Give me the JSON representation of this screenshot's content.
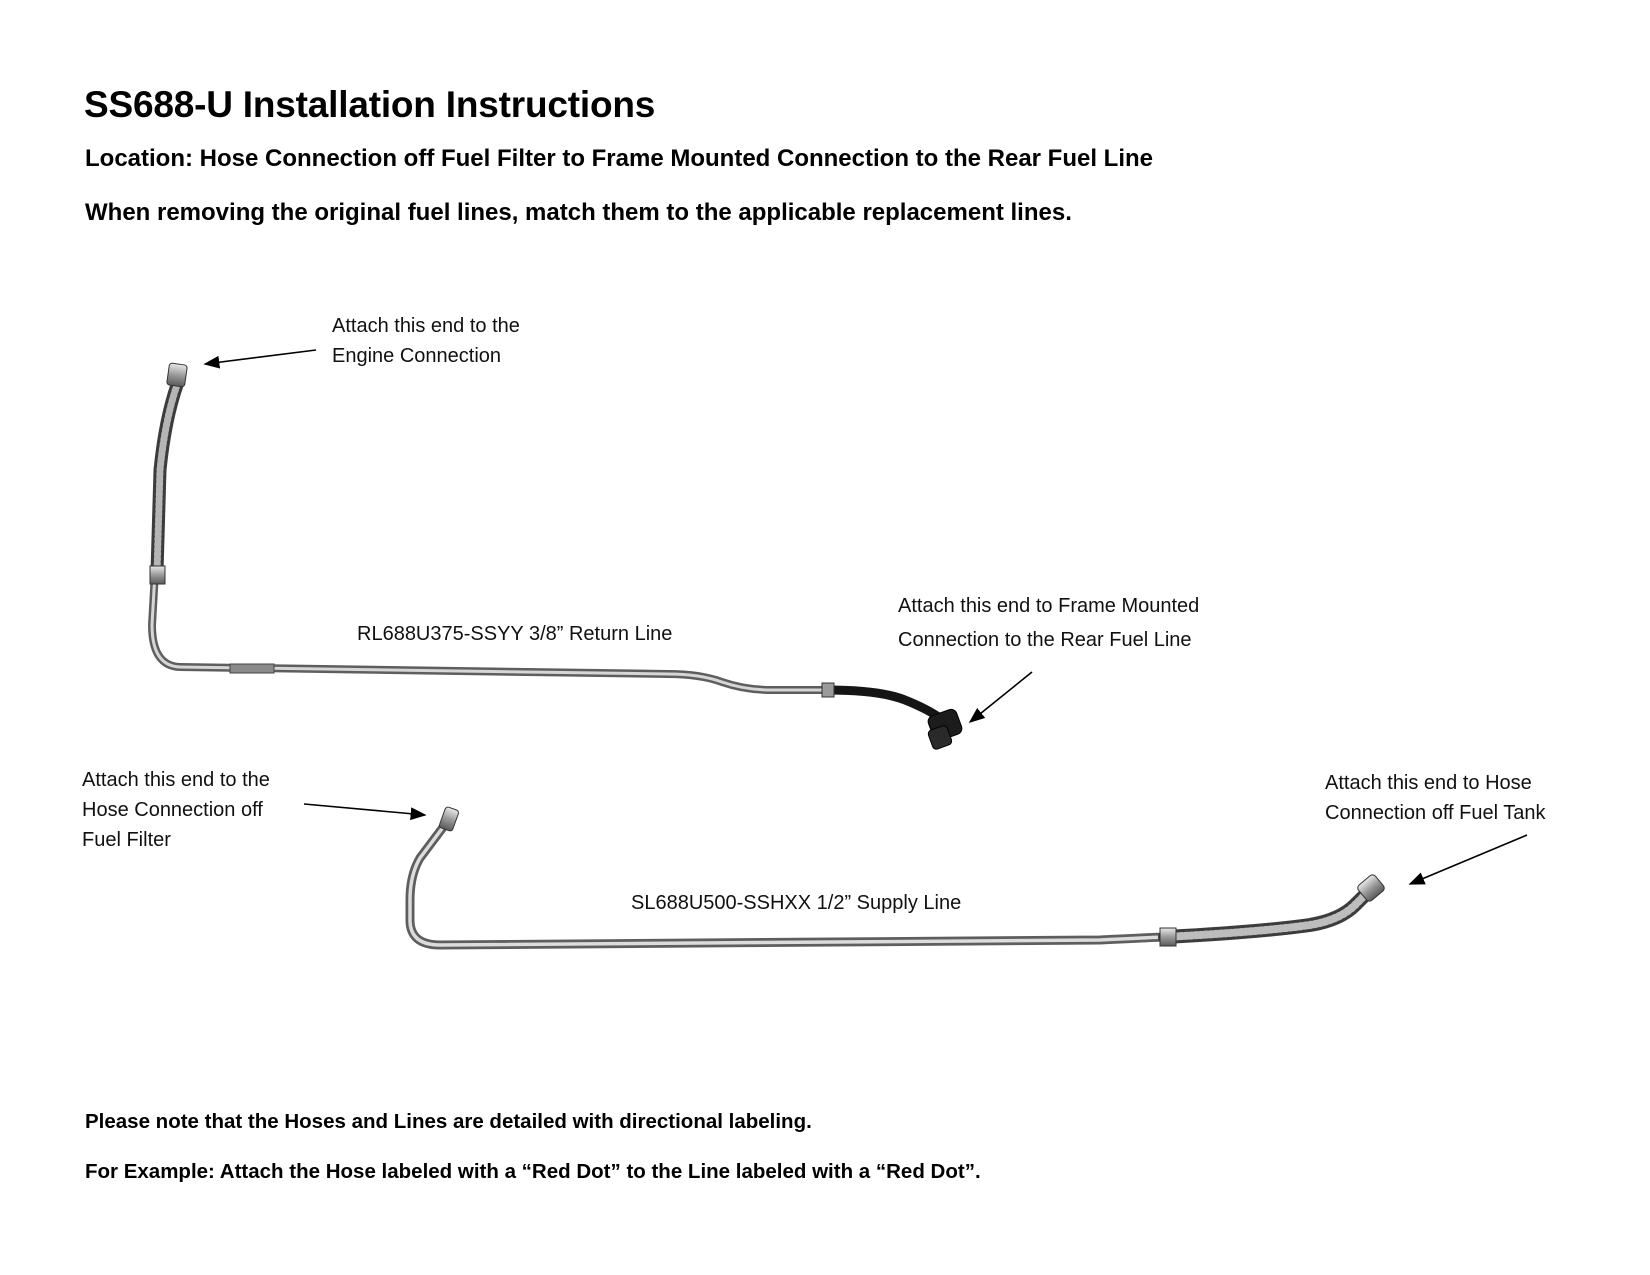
{
  "document": {
    "title": "SS688-U Installation Instructions",
    "location": "Location: Hose Connection off Fuel Filter to Frame Mounted Connection to the Rear Fuel Line",
    "intro": "When removing the original fuel lines, match them to the applicable replacement lines."
  },
  "return_line": {
    "part_label": "RL688U375-SSYY 3/8” Return Line",
    "callout_engine": [
      "Attach this end to the",
      "Engine Connection"
    ],
    "callout_frame": [
      "Attach this end to Frame Mounted",
      "Connection to the Rear Fuel Line"
    ]
  },
  "supply_line": {
    "part_label": "SL688U500-SSHXX 1/2” Supply Line",
    "callout_filter": [
      "Attach this end to the",
      "Hose Connection off",
      "Fuel Filter"
    ],
    "callout_tank": [
      "Attach this end to Hose",
      "Connection off Fuel Tank"
    ]
  },
  "notes": [
    "Please note that the Hoses and Lines are detailed with directional labeling.",
    "For Example: Attach the Hose labeled with a “Red Dot” to the Line labeled with a “Red Dot”."
  ]
}
